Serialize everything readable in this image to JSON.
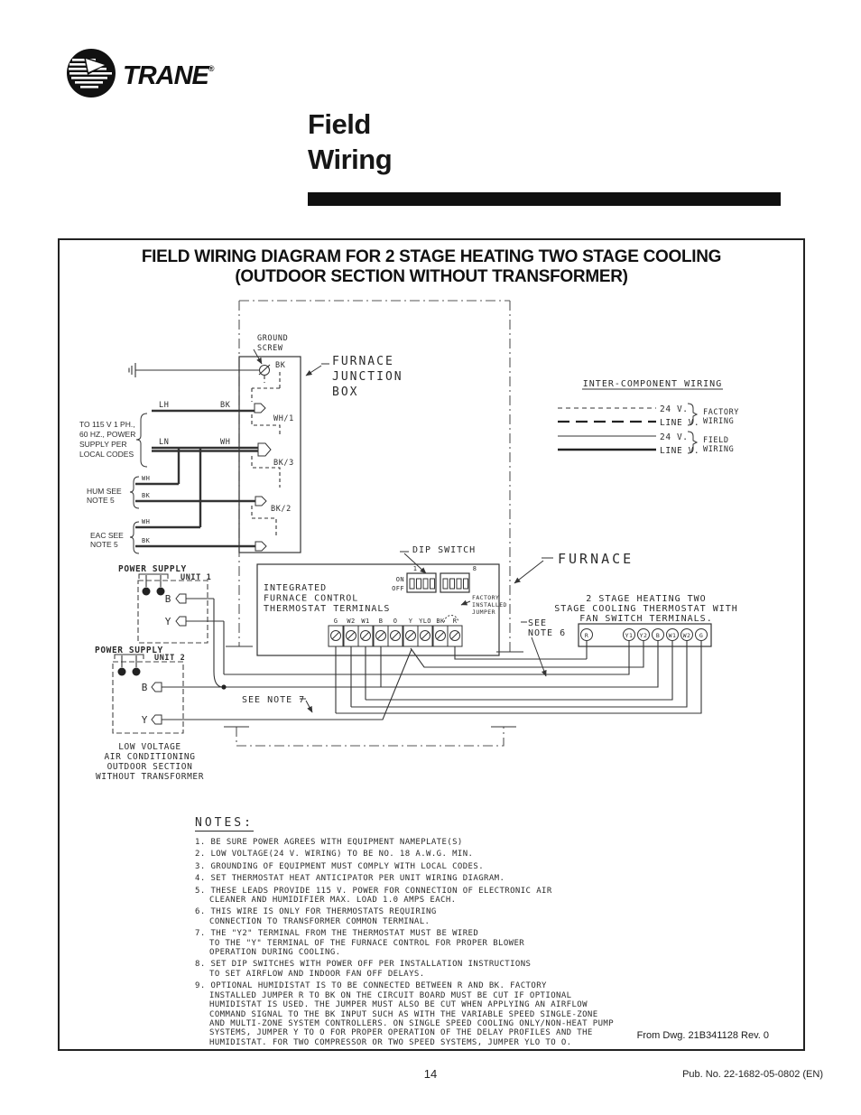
{
  "header": {
    "brand": "TRANE",
    "brand_mark": "®",
    "title_line1": "Field",
    "title_line2": "Wiring"
  },
  "diagram": {
    "title_line1": "FIELD WIRING DIAGRAM FOR 2 STAGE HEATING TWO STAGE COOLING",
    "title_line2": "(OUTDOOR SECTION WITHOUT TRANSFORMER)",
    "from_dwg": "From Dwg. 21B341128 Rev. 0",
    "labels": {
      "ground_screw_1": "GROUND",
      "ground_screw_2": "SCREW",
      "fjb_1": "FURNACE",
      "fjb_2": "JUNCTION",
      "fjb_3": "BOX",
      "bk_screw": "BK",
      "lh": "LH",
      "lh_bk": "BK",
      "ln": "LN",
      "ln_wh": "WH",
      "wh1": "WH/1",
      "bk3": "BK/3",
      "bk2": "BK/2",
      "supply_1": "TO 115 V 1 PH.,",
      "supply_2": "60 HZ., POWER",
      "supply_3": "SUPPLY PER",
      "supply_4": "LOCAL CODES",
      "hum_1": "HUM SEE",
      "hum_2": "NOTE 5",
      "hum_wh": "WH",
      "hum_bk": "BK",
      "eac_1": "EAC SEE",
      "eac_2": "NOTE 5",
      "eac_wh": "WH",
      "eac_bk": "BK",
      "ps1": "POWER SUPPLY",
      "unit1": "UNIT 1",
      "u1_b": "B",
      "u1_y": "Y",
      "ps2": "POWER SUPPLY",
      "unit2": "UNIT 2",
      "u2_b": "B",
      "u2_y": "Y",
      "lv_1": "LOW VOLTAGE",
      "lv_2": "AIR CONDITIONING",
      "lv_3": "OUTDOOR SECTION",
      "lv_4": "WITHOUT TRANSFORMER",
      "ifc_1": "INTEGRATED",
      "ifc_2": "FURNACE CONTROL",
      "ifc_3": "THERMOSTAT TERMINALS",
      "dip": "DIP SWITCH",
      "on": "ON",
      "off": "OFF",
      "dip_1": "1",
      "dip_8": "8",
      "jumper_1": "FACTORY",
      "jumper_2": "INSTALLED",
      "jumper_3": "JUMPER",
      "furnace": "FURNACE",
      "see_note6_1": "SEE",
      "see_note6_2": "NOTE 6",
      "see_note7": "SEE NOTE 7",
      "tstat_1": "2 STAGE HEATING TWO",
      "tstat_2": "STAGE COOLING THERMOSTAT WITH",
      "tstat_3": "FAN SWITCH TERMINALS."
    },
    "legend": {
      "title": "INTER-COMPONENT WIRING",
      "v24": "24 V.",
      "line_v": "LINE V.",
      "factory_1": "FACTORY",
      "factory_2": "WIRING",
      "field_1": "FIELD",
      "field_2": "WIRING"
    },
    "board_terminals": [
      "G",
      "W2",
      "W1",
      "B",
      "O",
      "Y",
      "YLO",
      "BK",
      "R"
    ],
    "thermostat_terminals": [
      "R",
      "Y1",
      "Y2",
      "B",
      "W1",
      "W2",
      "G"
    ]
  },
  "notes": {
    "heading": "NOTES:",
    "items": [
      "1. BE SURE POWER AGREES WITH EQUIPMENT NAMEPLATE(S)",
      "2. LOW VOLTAGE(24 V. WIRING) TO BE NO. 18 A.W.G. MIN.",
      "3. GROUNDING OF EQUIPMENT MUST COMPLY WITH LOCAL CODES.",
      "4. SET THERMOSTAT HEAT ANTICIPATOR PER UNIT WIRING DIAGRAM.",
      "5. THESE LEADS PROVIDE 115 V. POWER FOR CONNECTION OF ELECTRONIC AIR\nCLEANER AND HUMIDIFIER MAX. LOAD 1.0 AMPS EACH.",
      "6. THIS WIRE IS ONLY FOR THERMOSTATS REQUIRING\nCONNECTION TO TRANSFORMER COMMON TERMINAL.",
      "7. THE \"Y2\" TERMINAL FROM THE THERMOSTAT MUST BE WIRED\nTO THE \"Y\" TERMINAL OF THE FURNACE CONTROL FOR PROPER BLOWER\nOPERATION DURING COOLING.",
      "8. SET DIP SWITCHES WITH POWER OFF PER INSTALLATION INSTRUCTIONS\nTO SET AIRFLOW AND INDOOR FAN OFF DELAYS.",
      "9. OPTIONAL HUMIDISTAT IS TO BE CONNECTED BETWEEN R AND BK. FACTORY\nINSTALLED JUMPER R TO BK ON THE CIRCUIT BOARD MUST BE CUT IF OPTIONAL\nHUMIDISTAT IS USED. THE JUMPER MUST ALSO BE CUT WHEN APPLYING AN AIRFLOW\nCOMMAND SIGNAL TO THE BK INPUT SUCH AS WITH THE VARIABLE SPEED SINGLE-ZONE\nAND MULTI-ZONE SYSTEM CONTROLLERS. ON SINGLE SPEED COOLING ONLY/NON-HEAT PUMP\nSYSTEMS, JUMPER Y TO O FOR PROPER OPERATION OF THE DELAY PROFILES AND THE\nHUMIDISTAT. FOR TWO COMPRESSOR OR TWO SPEED SYSTEMS, JUMPER YLO TO O."
    ]
  },
  "footer": {
    "page": "14",
    "pub": "Pub. No. 22-1682-05-0802 (EN)"
  }
}
